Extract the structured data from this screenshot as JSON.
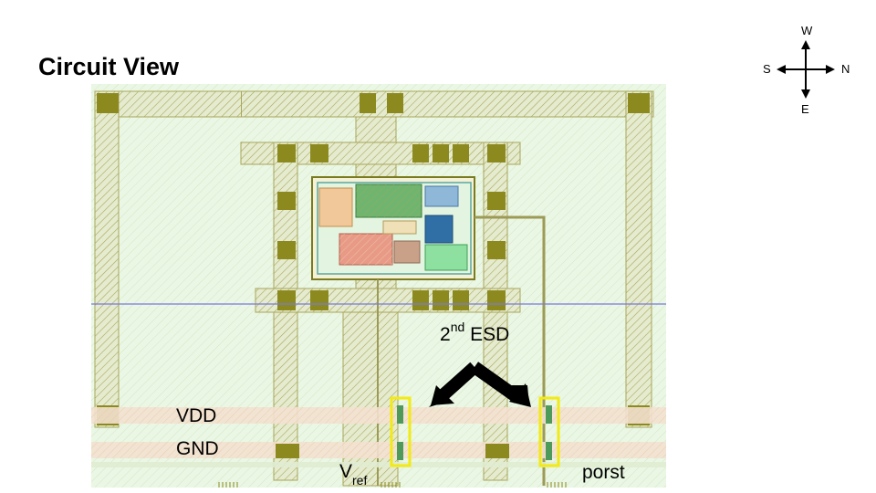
{
  "title": "Circuit View",
  "compass": {
    "top": "W",
    "left": "S",
    "right": "N",
    "bottom": "E"
  },
  "labels": {
    "vdd": "VDD",
    "gnd": "GND",
    "porst": "porst",
    "vref_main": "V",
    "vref_sub": "ref",
    "esd_num": "2",
    "esd_sup": "nd",
    "esd_text": " ESD"
  },
  "colors": {
    "background": "#e9f7e4",
    "metal_olive": "#b7b36a",
    "pad": "#8c8a1f",
    "power_rail": "#f3e1cf",
    "highlight_box": "#f2ea12",
    "arrow": "#000000",
    "probe_line": "#7a7adc"
  }
}
